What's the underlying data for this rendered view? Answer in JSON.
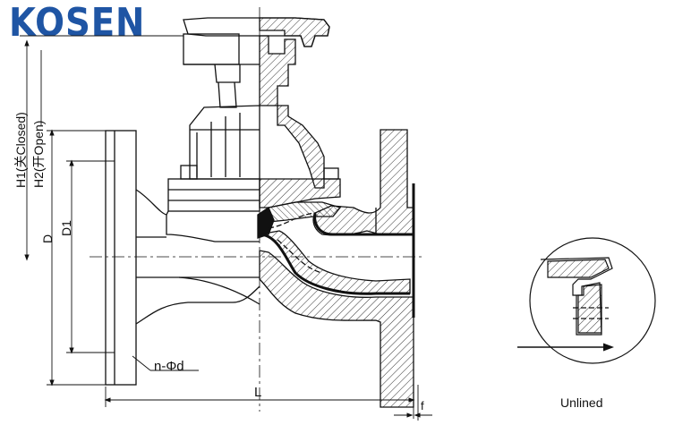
{
  "brand": {
    "logo_text": "KOSEN",
    "color": "#1f55a4"
  },
  "dimensions": {
    "h1": "H1(关Closed)",
    "h2": "H2(开Open)",
    "d": "D",
    "d1": "D1",
    "n_phi_d": "n-Φd",
    "l": "L",
    "f": "f"
  },
  "detail": {
    "caption": "Unlined"
  },
  "colors": {
    "line": "#111111",
    "hatch": "#333333",
    "lining": "#111111"
  }
}
